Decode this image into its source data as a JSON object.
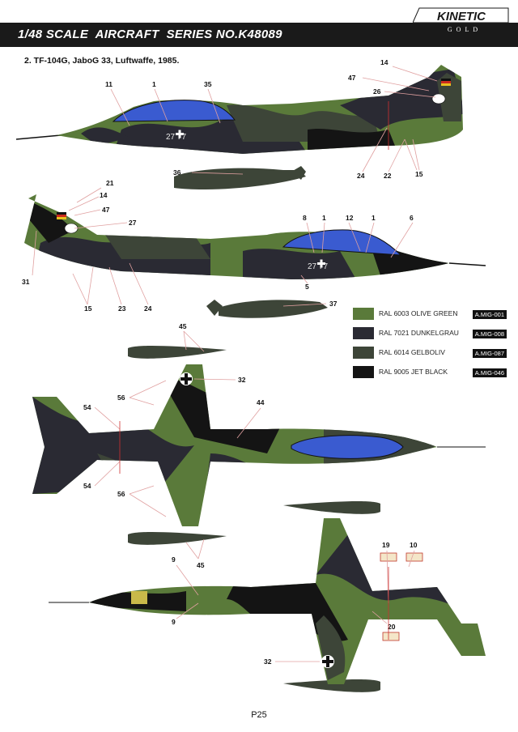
{
  "header": {
    "title": "1/48 SCALE  AIRCRAFT  SERIES NO.K48089",
    "brand": "KINETIC",
    "brand_sub": "GOLD"
  },
  "variant_title": "2. TF-104G, JaboG 33, Luftwaffe, 1985.",
  "serial": "27 77",
  "callouts": {
    "side1": [
      "14",
      "47",
      "26",
      "11",
      "1",
      "35",
      "24",
      "22",
      "15",
      "36"
    ],
    "side2": [
      "21",
      "14",
      "47",
      "27",
      "8",
      "1",
      "12",
      "1",
      "6",
      "31",
      "15",
      "23",
      "24",
      "5",
      "37"
    ],
    "top": [
      "45",
      "32",
      "56",
      "54",
      "44",
      "54",
      "56",
      "45"
    ],
    "bottom": [
      "19",
      "10",
      "9",
      "9",
      "20",
      "32"
    ]
  },
  "legend": [
    {
      "color": "#5a7a3a",
      "label": "RAL 6003 OLIVE GREEN",
      "code": "A.MIG-001"
    },
    {
      "color": "#2a2a33",
      "label": "RAL 7021 DUNKELGRAU",
      "code": "A.MIG-008"
    },
    {
      "color": "#3d4538",
      "label": "RAL 6014 GELBOLIV",
      "code": "A.MIG-087"
    },
    {
      "color": "#141414",
      "label": "RAL 9005 JET BLACK",
      "code": "A.MIG-046"
    }
  ],
  "page_number": "P25"
}
